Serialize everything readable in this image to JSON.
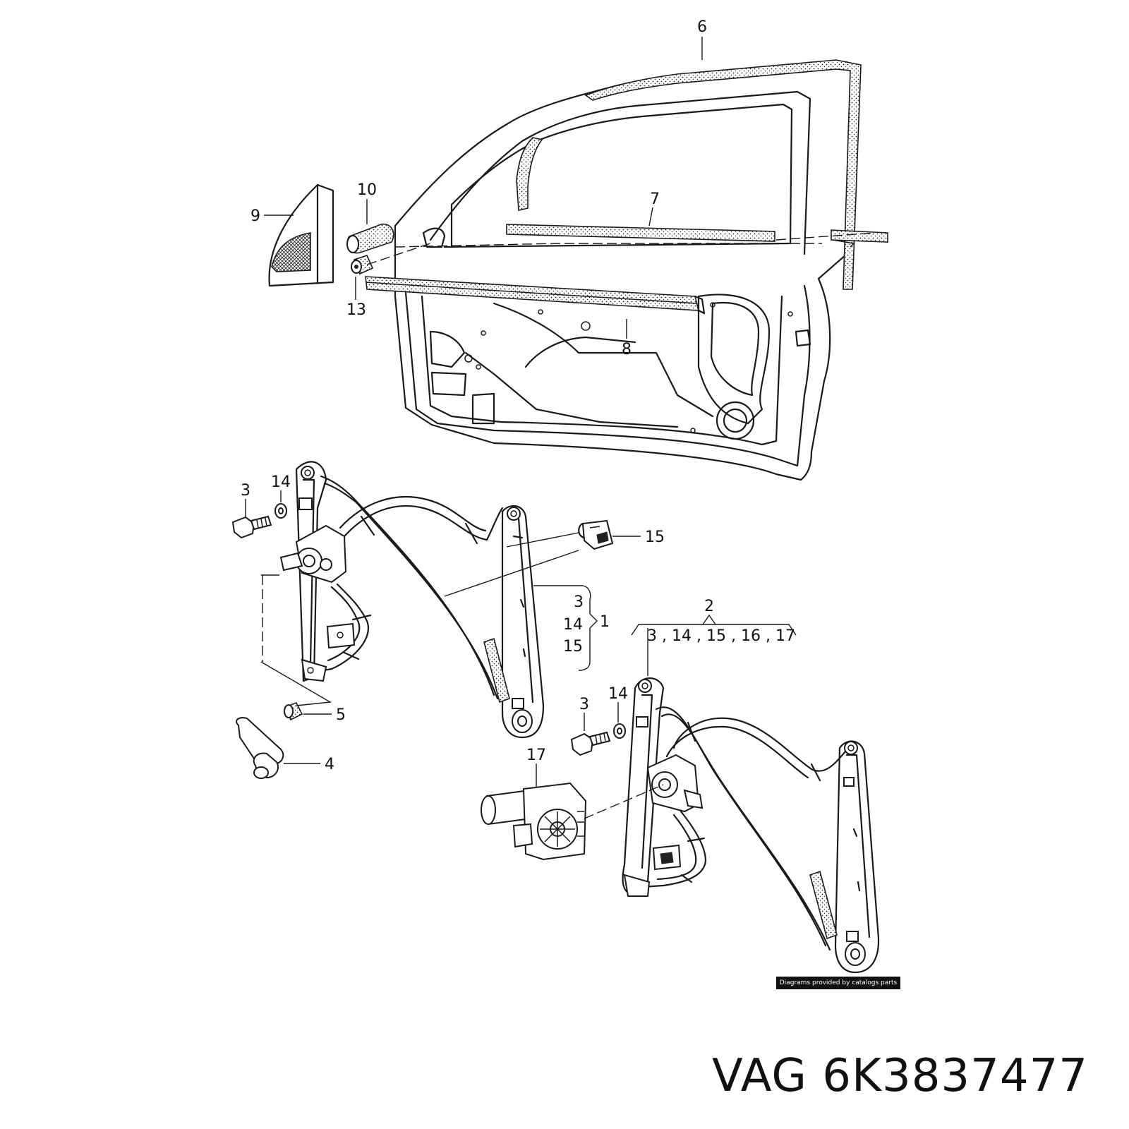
{
  "callouts": {
    "c6": "6",
    "c10": "10",
    "c9": "9",
    "c7": "7",
    "c13": "13",
    "c8": "8",
    "c3a": "3",
    "c14a": "14",
    "c15": "15",
    "g1_3": "3",
    "g1_14": "14",
    "g1_15": "15",
    "c1": "1",
    "c2": "2",
    "g2_list": "3 , 14 , 15 , 16 , 17",
    "c5": "5",
    "c4": "4",
    "c3b": "3",
    "c14b": "14",
    "c17": "17"
  },
  "credit": "Diagrams provided by catalogs parts",
  "title": "VAG 6K3837477"
}
